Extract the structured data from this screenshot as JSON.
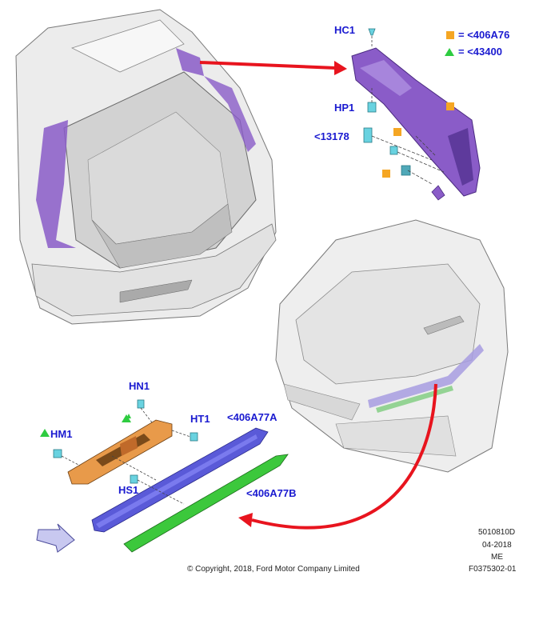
{
  "callouts": {
    "hc1": "HC1",
    "hp1": "HP1",
    "c13178": "<13178",
    "hn1": "HN1",
    "hm1": "HM1",
    "ht1": "HT1",
    "hs1": "HS1",
    "c406a77a": "<406A77A",
    "c406a77b": "<406A77B"
  },
  "legend": {
    "square_label": "= <406A76",
    "triangle_label": "= <43400",
    "square_color": "#f5a623",
    "triangle_color": "#2ecc40"
  },
  "meta": {
    "code1": "5010810D",
    "date": "04-2018",
    "region": "ME",
    "code2": "F0375302-01",
    "copyright": "© Copyright, 2018, Ford Motor Company Limited"
  },
  "colors": {
    "highlight_purple": "#8a5cc8",
    "part_blue": "#5a5ad8",
    "part_green": "#3cc83c",
    "bracket_orange": "#e89a4a",
    "arrow_red": "#e8141e",
    "callout_blue": "#1a1ad0"
  }
}
